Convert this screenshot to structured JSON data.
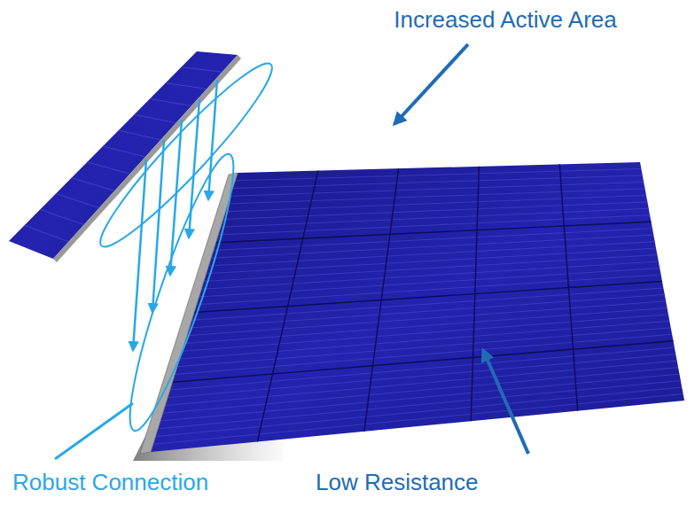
{
  "diagram": {
    "labels": [
      "Increased Active Area",
      "Robust Connection",
      "Low Resistance"
    ]
  }
}
